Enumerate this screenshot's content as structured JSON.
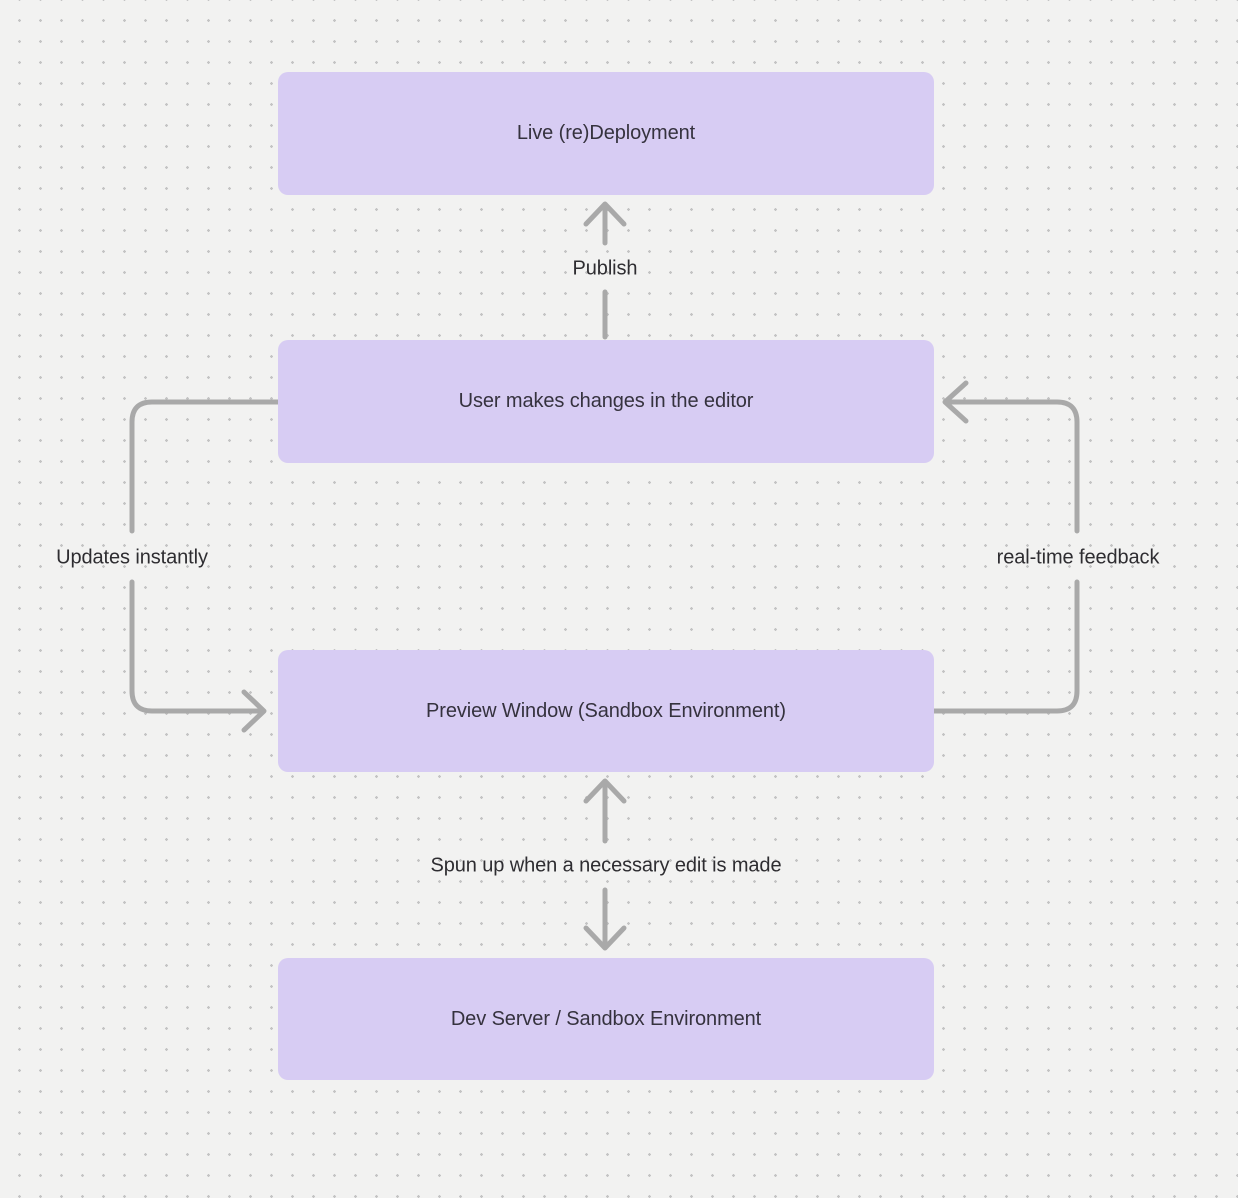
{
  "diagram": {
    "type": "flowchart",
    "colors": {
      "canvas_background": "#f2f2f1",
      "dot_grid": "#c4c4c4",
      "node_fill": "#d7ccf3",
      "node_text": "#35323e",
      "connector": "#a9a9a9",
      "label_text": "#2e2d31"
    },
    "nodes": [
      {
        "id": "live-redeployment",
        "label": "Live (re)Deployment"
      },
      {
        "id": "user-editor",
        "label": "User makes changes in the editor"
      },
      {
        "id": "preview-window",
        "label": "Preview Window (Sandbox Environment)"
      },
      {
        "id": "dev-server",
        "label": "Dev Server / Sandbox Environment"
      }
    ],
    "edges": [
      {
        "from": "user-editor",
        "to": "live-redeployment",
        "label": "Publish",
        "direction": "up"
      },
      {
        "from": "user-editor",
        "to": "preview-window",
        "label": "Updates instantly",
        "direction": "left-side-down"
      },
      {
        "from": "preview-window",
        "to": "user-editor",
        "label": "real-time feedback",
        "direction": "right-side-up"
      },
      {
        "from": "preview-window",
        "to": "dev-server",
        "label": "Spun up when a necessary edit is made",
        "direction": "bidirectional"
      }
    ]
  }
}
